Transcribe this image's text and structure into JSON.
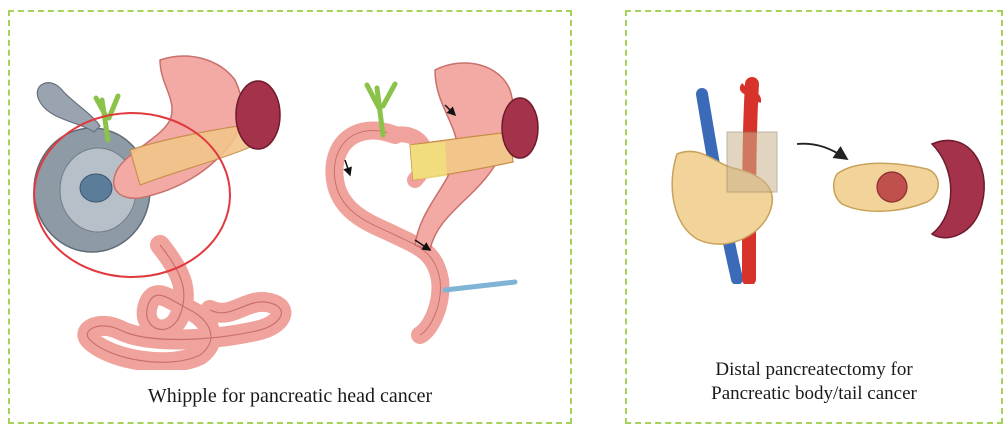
{
  "panels": {
    "left": {
      "caption": "Whipple for pancreatic head cancer"
    },
    "right": {
      "caption_line1": "Distal pancreatectomy for",
      "caption_line2": "Pancreatic body/tail cancer"
    }
  },
  "colors": {
    "panel_border": "#a6d25a",
    "stomach": "#f3a9a4",
    "pancreas": "#f2c58a",
    "spleen": "#a4324a",
    "bile_duct": "#8bc34a",
    "gallbladder": "#9aa4b0",
    "highlight_circle": "#e0393e",
    "vein": "#3a6ab8",
    "artery": "#d8332b"
  },
  "icons": [
    "whipple-before-illustration",
    "whipple-after-illustration",
    "distal-pancreatectomy-illustration",
    "arrow-icon"
  ]
}
